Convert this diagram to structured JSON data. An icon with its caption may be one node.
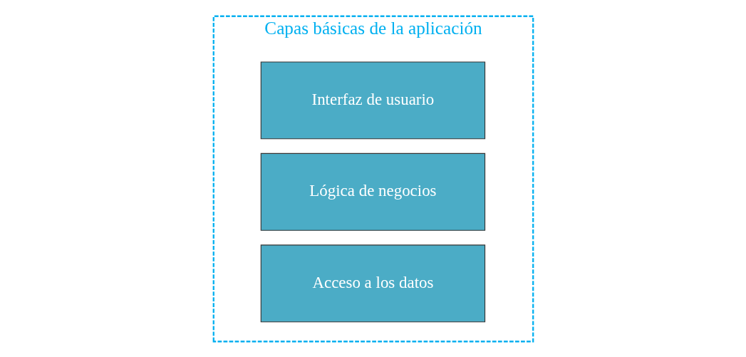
{
  "diagram": {
    "nodes": [
      {
        "text": [
          "Capas básicas de la aplicación"
        ]
      },
      {
        "text": [
          "Interfaz de usuario"
        ],
        "in": 0
      },
      {
        "text": [
          "Lógica de negocios"
        ],
        "in": 0
      },
      {
        "text": [
          "Acceso a los datos"
        ],
        "in": 0
      }
    ]
  }
}
